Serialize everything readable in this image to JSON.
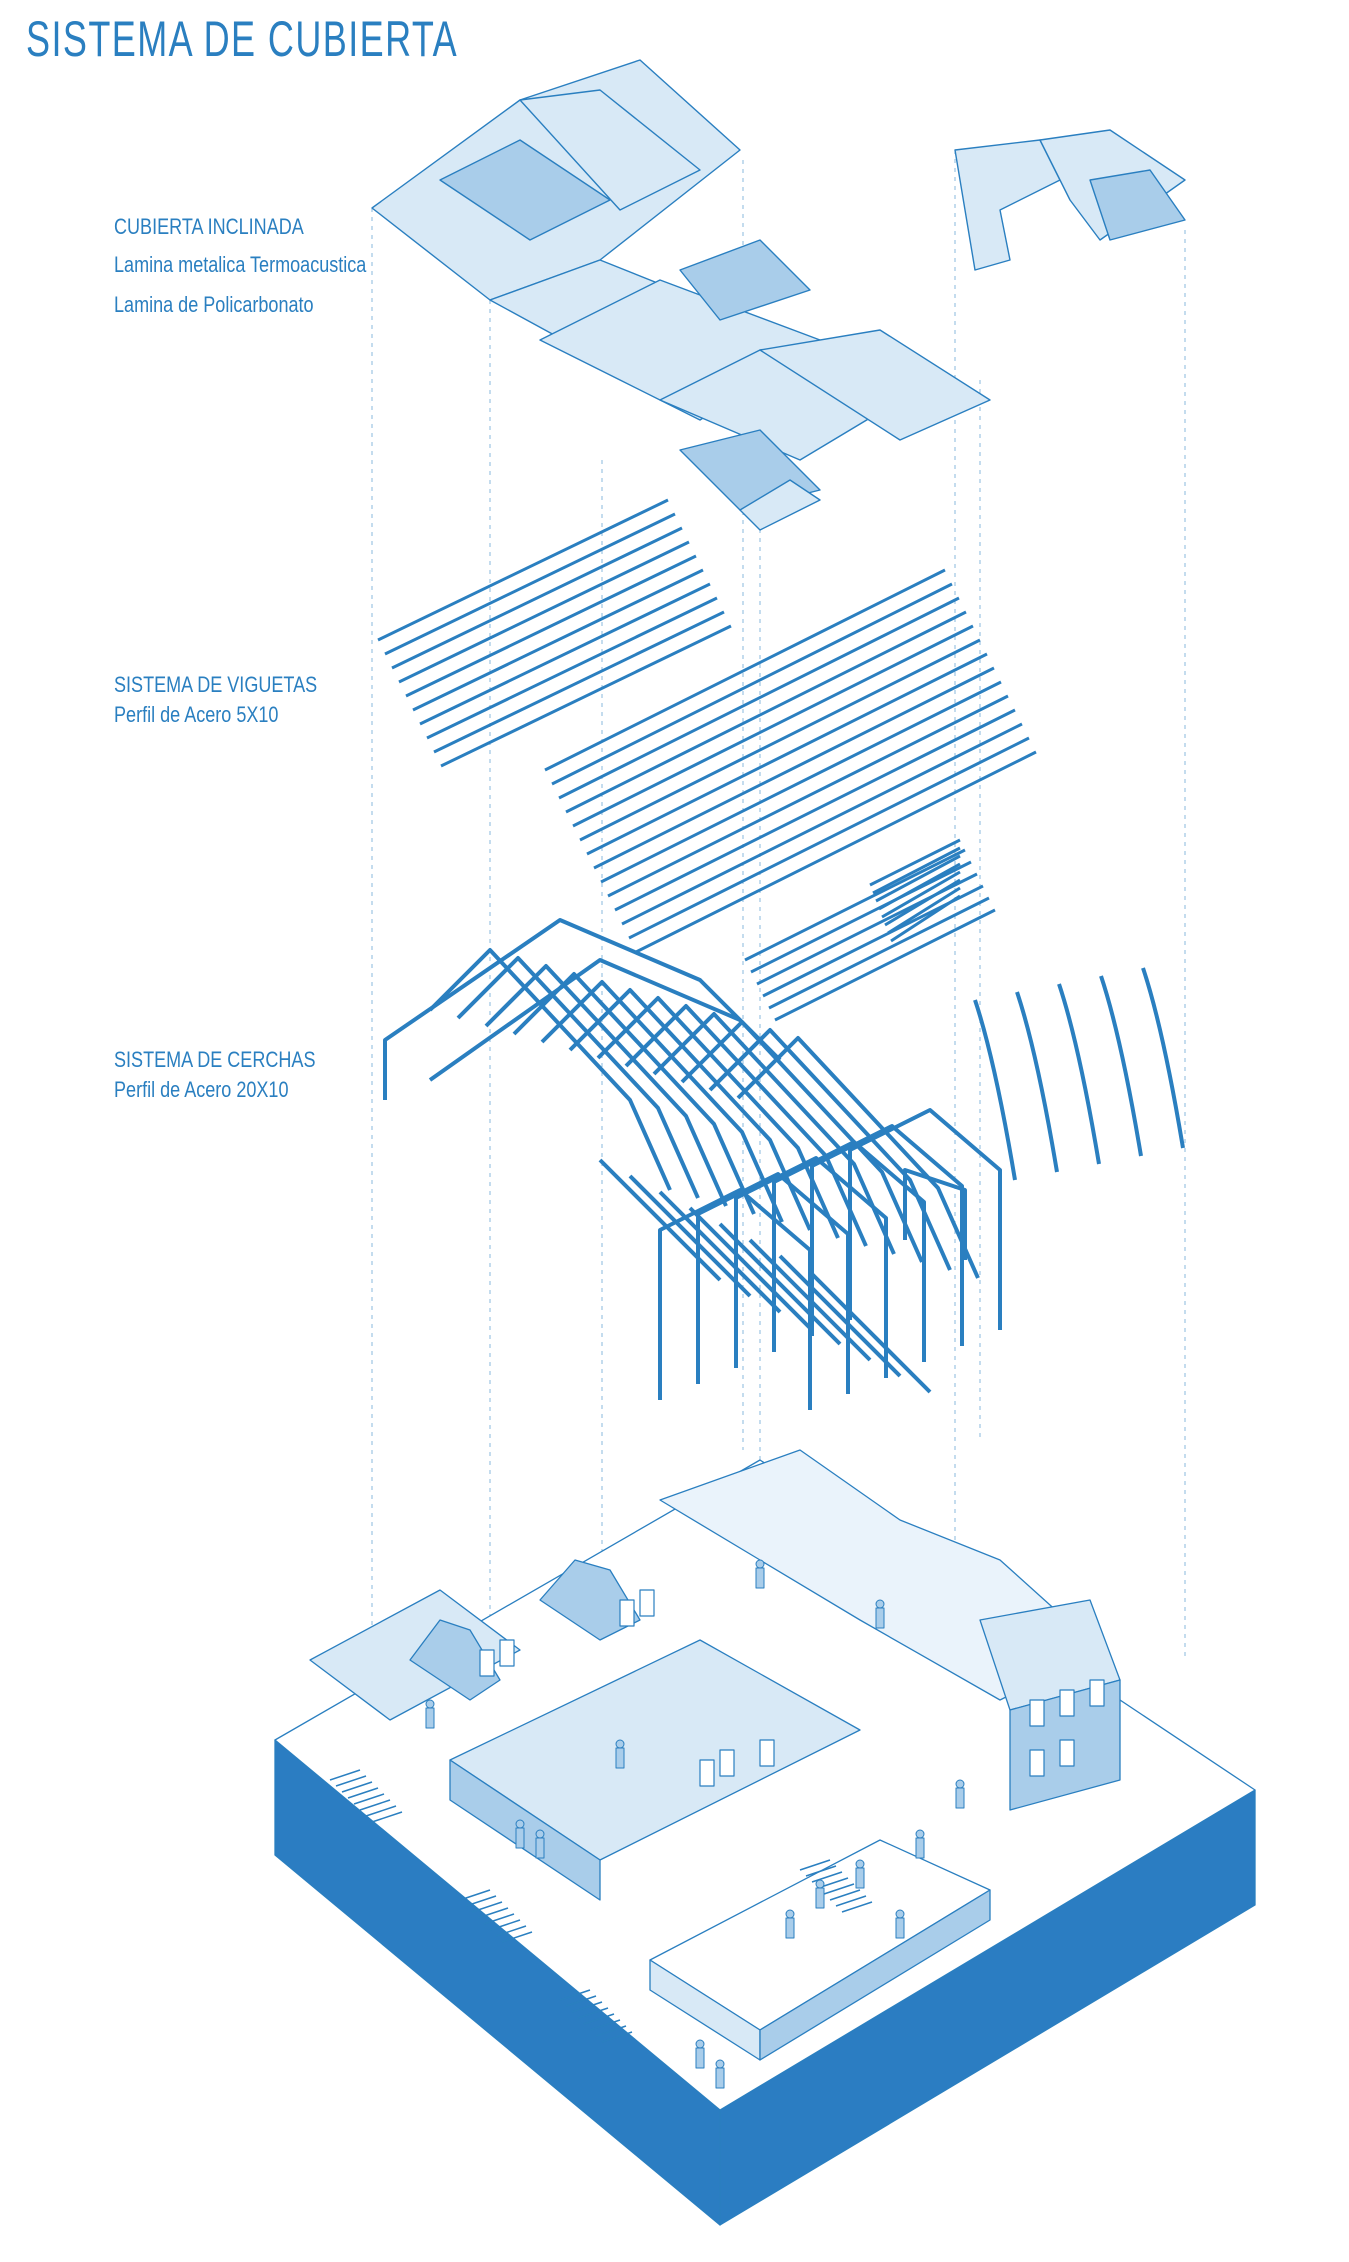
{
  "title": "SISTEMA DE CUBIERTA",
  "colors": {
    "line": "#2a7fc0",
    "light": "#d8e9f6",
    "mid": "#a9cdea",
    "base": "#2b7dc2",
    "white": "#ffffff"
  },
  "labels": {
    "roof": {
      "heading": "CUBIERTA INCLINADA",
      "line1": "Lamina metalica Termoacustica",
      "line2": "Lamina de Policarbonato"
    },
    "joists": {
      "heading": "SISTEMA DE VIGUETAS",
      "line1": "Perfil de Acero  5X10"
    },
    "trusses": {
      "heading": "SISTEMA DE CERCHAS",
      "line1": "Perfil de Acero  20X10"
    }
  },
  "layers": [
    {
      "id": "roof-layer",
      "name": "CUBIERTA INCLINADA"
    },
    {
      "id": "joist-layer",
      "name": "SISTEMA DE VIGUETAS"
    },
    {
      "id": "truss-layer",
      "name": "SISTEMA DE CERCHAS"
    },
    {
      "id": "building-layer",
      "name": ""
    }
  ]
}
